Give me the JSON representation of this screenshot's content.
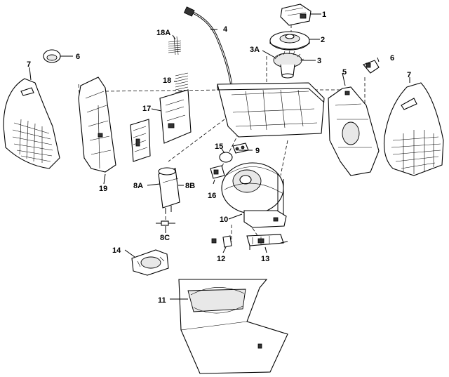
{
  "labels": {
    "p1": "1",
    "p2": "2",
    "p3": "3",
    "p3a": "3A",
    "p4": "4",
    "p5": "5",
    "p6a": "6",
    "p6b": "6",
    "p7a": "7",
    "p7b": "7",
    "p8a": "8A",
    "p8b": "8B",
    "p8c": "8C",
    "p9": "9",
    "p10": "10",
    "p11": "11",
    "p12": "12",
    "p13": "13",
    "p14": "14",
    "p15": "15",
    "p16": "16",
    "p17": "17",
    "p18": "18",
    "p18a": "18A",
    "p19": "19"
  }
}
